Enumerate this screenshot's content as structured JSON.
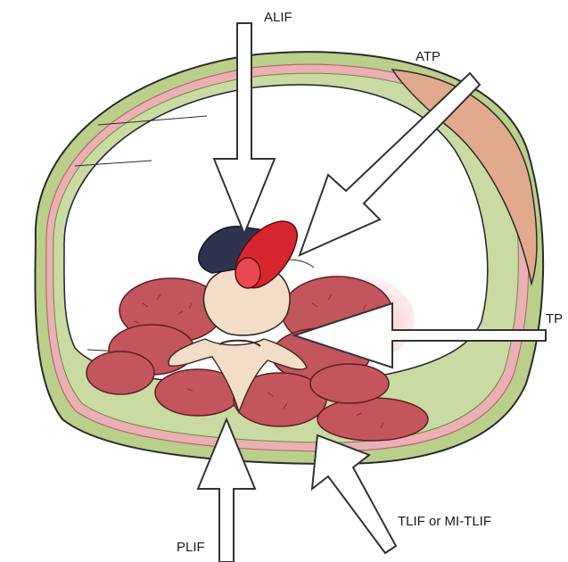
{
  "labels": {
    "alif": "ALIF",
    "atp": "ATP",
    "tp": "TP",
    "plif": "PLIF",
    "tlif": "TLIF or MI-TLIF"
  },
  "colors": {
    "body_outline": "#2b2b2b",
    "outer_band": "#b9cf8a",
    "pink_layer": "#e6a4a8",
    "peritoneum_fill": "#ffffff",
    "kidney_tan": "#e2aa8c",
    "muscle": "#c3555c",
    "muscle_dark": "#8e2f35",
    "vertebra": "#f1ddc8",
    "vena_cava": "#2f3350",
    "aorta": "#d8262e",
    "arrow_fill": "#ffffff",
    "arrow_stroke": "#333333"
  }
}
